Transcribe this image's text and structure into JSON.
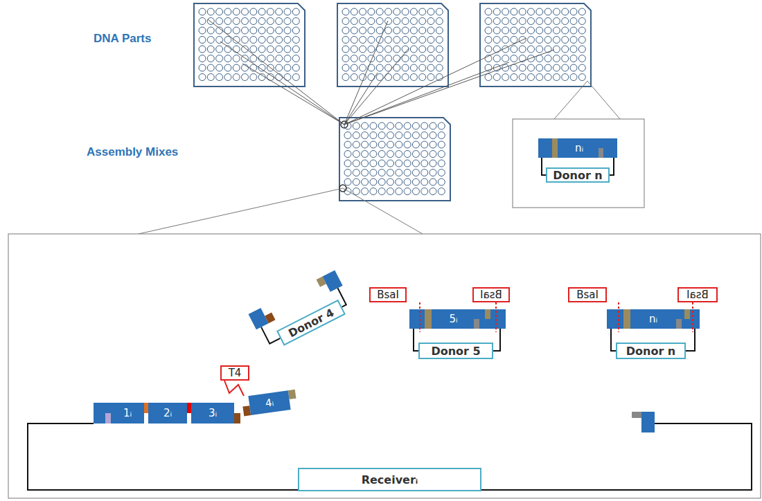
{
  "diagram": {
    "nodes": [
      {
        "text": [
          "nᵢ"
        ]
      },
      {
        "text": [
          "Donor n"
        ]
      },
      {
        "text": [
          "Donor 4"
        ]
      },
      {
        "text": [
          "BsaI"
        ]
      },
      {
        "text": [
          "BsaI"
        ]
      },
      {
        "text": [
          "5ᵢ"
        ]
      },
      {
        "text": [
          "Donor 5"
        ]
      },
      {
        "text": [
          "BsaI"
        ]
      },
      {
        "text": [
          "BsaI"
        ]
      },
      {
        "text": [
          "nᵢ"
        ]
      },
      {
        "text": [
          "Donor n"
        ]
      },
      {
        "text": [
          "T4"
        ]
      },
      {
        "text": [
          "1ᵢ"
        ]
      },
      {
        "text": [
          "2ᵢ"
        ]
      },
      {
        "text": [
          "3ᵢ"
        ]
      },
      {
        "text": [
          "4ᵢ"
        ]
      },
      {
        "text": [
          "Receiverᵢ"
        ]
      }
    ],
    "labels": [
      "DNA Parts",
      "Assembly Mixes"
    ]
  }
}
